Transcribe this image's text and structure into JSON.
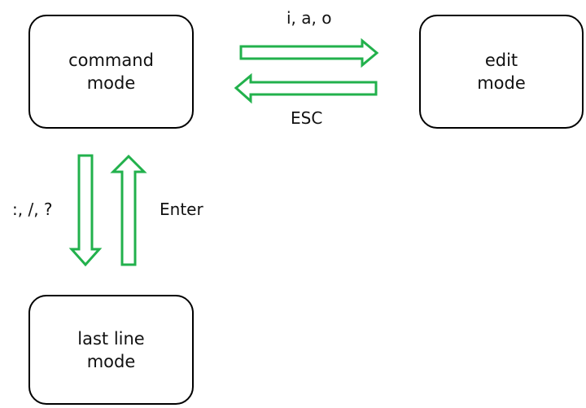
{
  "diagram": {
    "nodes": {
      "command": {
        "label": "command\nmode"
      },
      "edit": {
        "label": "edit\nmode"
      },
      "last_line": {
        "label": "last line\nmode"
      }
    },
    "edges": {
      "command_to_edit": {
        "from": "command",
        "to": "edit",
        "label": "i, a, o"
      },
      "edit_to_command": {
        "from": "edit",
        "to": "command",
        "label": "ESC"
      },
      "command_to_last_line": {
        "from": "command",
        "to": "last_line",
        "label": ":, /, ?"
      },
      "last_line_to_command": {
        "from": "last_line",
        "to": "command",
        "label": "Enter"
      }
    },
    "colors": {
      "arrow_stroke": "#22b14c",
      "arrow_fill": "#ffffff",
      "box_border": "#000000"
    }
  }
}
